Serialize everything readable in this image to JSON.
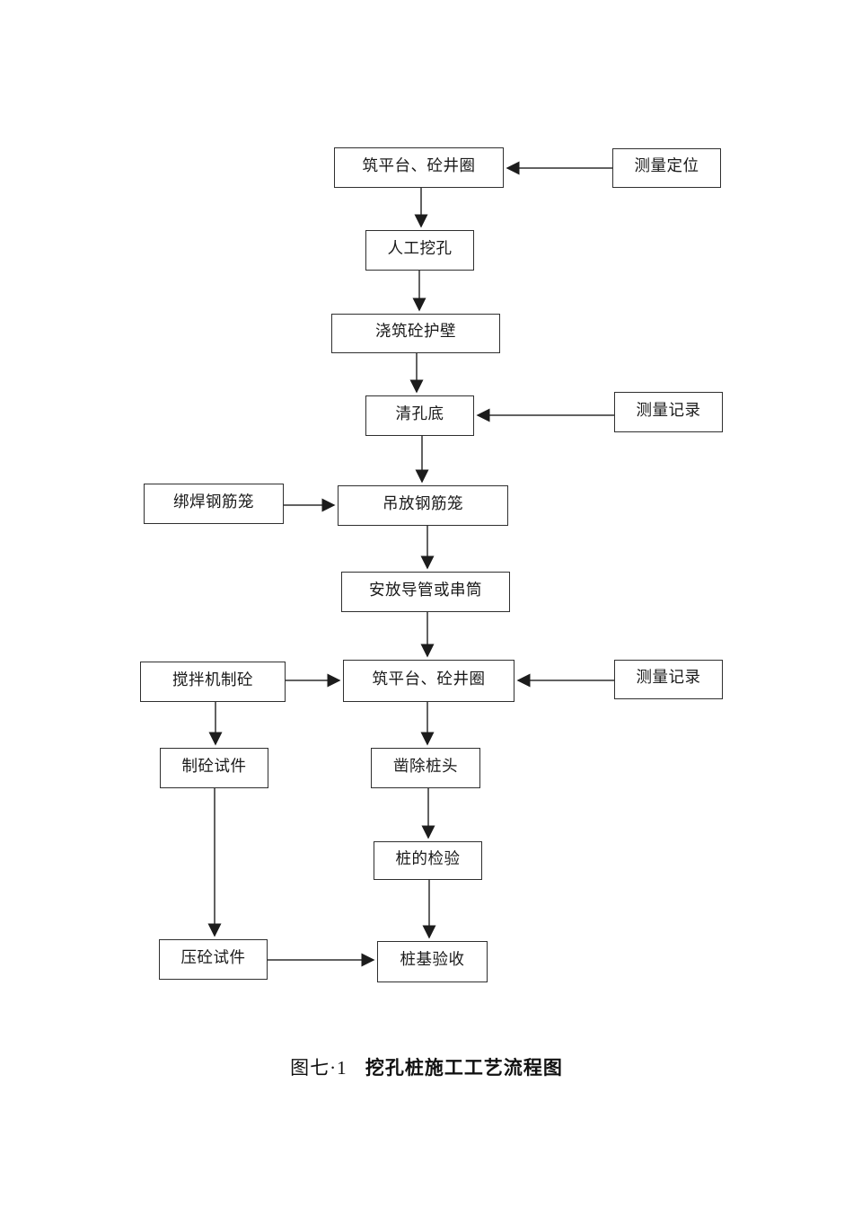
{
  "diagram": {
    "caption": {
      "figure_label": "图七·1",
      "title": "挖孔桩施工工艺流程图"
    },
    "nodes": [
      {
        "id": "build-platform-1",
        "label": "筑平台、砼井圈"
      },
      {
        "id": "survey-position",
        "label": "测量定位"
      },
      {
        "id": "manual-dig",
        "label": "人工挖孔"
      },
      {
        "id": "pour-lining",
        "label": "浇筑砼护壁"
      },
      {
        "id": "clean-hole-bottom",
        "label": "清孔底"
      },
      {
        "id": "survey-record-1",
        "label": "测量记录"
      },
      {
        "id": "tie-weld-cage",
        "label": "绑焊钢筋笼"
      },
      {
        "id": "lower-cage",
        "label": "吊放钢筋笼"
      },
      {
        "id": "install-tremie",
        "label": "安放导管或串筒"
      },
      {
        "id": "mixer-concrete",
        "label": "搅拌机制砼"
      },
      {
        "id": "build-platform-2",
        "label": "筑平台、砼井圈"
      },
      {
        "id": "survey-record-2",
        "label": "测量记录"
      },
      {
        "id": "concrete-specimen",
        "label": "制砼试件"
      },
      {
        "id": "chisel-pile-head",
        "label": "凿除桩头"
      },
      {
        "id": "pile-inspection",
        "label": "桩的检验"
      },
      {
        "id": "press-specimen",
        "label": "压砼试件"
      },
      {
        "id": "pile-acceptance",
        "label": "桩基验收"
      }
    ],
    "connections": [
      {
        "from": "survey-position",
        "to": "build-platform-1",
        "direction": "left"
      },
      {
        "from": "build-platform-1",
        "to": "manual-dig",
        "direction": "down"
      },
      {
        "from": "manual-dig",
        "to": "pour-lining",
        "direction": "down"
      },
      {
        "from": "pour-lining",
        "to": "clean-hole-bottom",
        "direction": "down"
      },
      {
        "from": "survey-record-1",
        "to": "clean-hole-bottom",
        "direction": "left"
      },
      {
        "from": "clean-hole-bottom",
        "to": "lower-cage",
        "direction": "down"
      },
      {
        "from": "tie-weld-cage",
        "to": "lower-cage",
        "direction": "right"
      },
      {
        "from": "lower-cage",
        "to": "install-tremie",
        "direction": "down"
      },
      {
        "from": "install-tremie",
        "to": "build-platform-2",
        "direction": "down"
      },
      {
        "from": "mixer-concrete",
        "to": "build-platform-2",
        "direction": "right"
      },
      {
        "from": "survey-record-2",
        "to": "build-platform-2",
        "direction": "left"
      },
      {
        "from": "build-platform-2",
        "to": "chisel-pile-head",
        "direction": "down"
      },
      {
        "from": "mixer-concrete",
        "to": "concrete-specimen",
        "direction": "down"
      },
      {
        "from": "chisel-pile-head",
        "to": "pile-inspection",
        "direction": "down"
      },
      {
        "from": "concrete-specimen",
        "to": "press-specimen",
        "direction": "down"
      },
      {
        "from": "pile-inspection",
        "to": "pile-acceptance",
        "direction": "down"
      },
      {
        "from": "press-specimen",
        "to": "pile-acceptance",
        "direction": "right"
      }
    ]
  }
}
